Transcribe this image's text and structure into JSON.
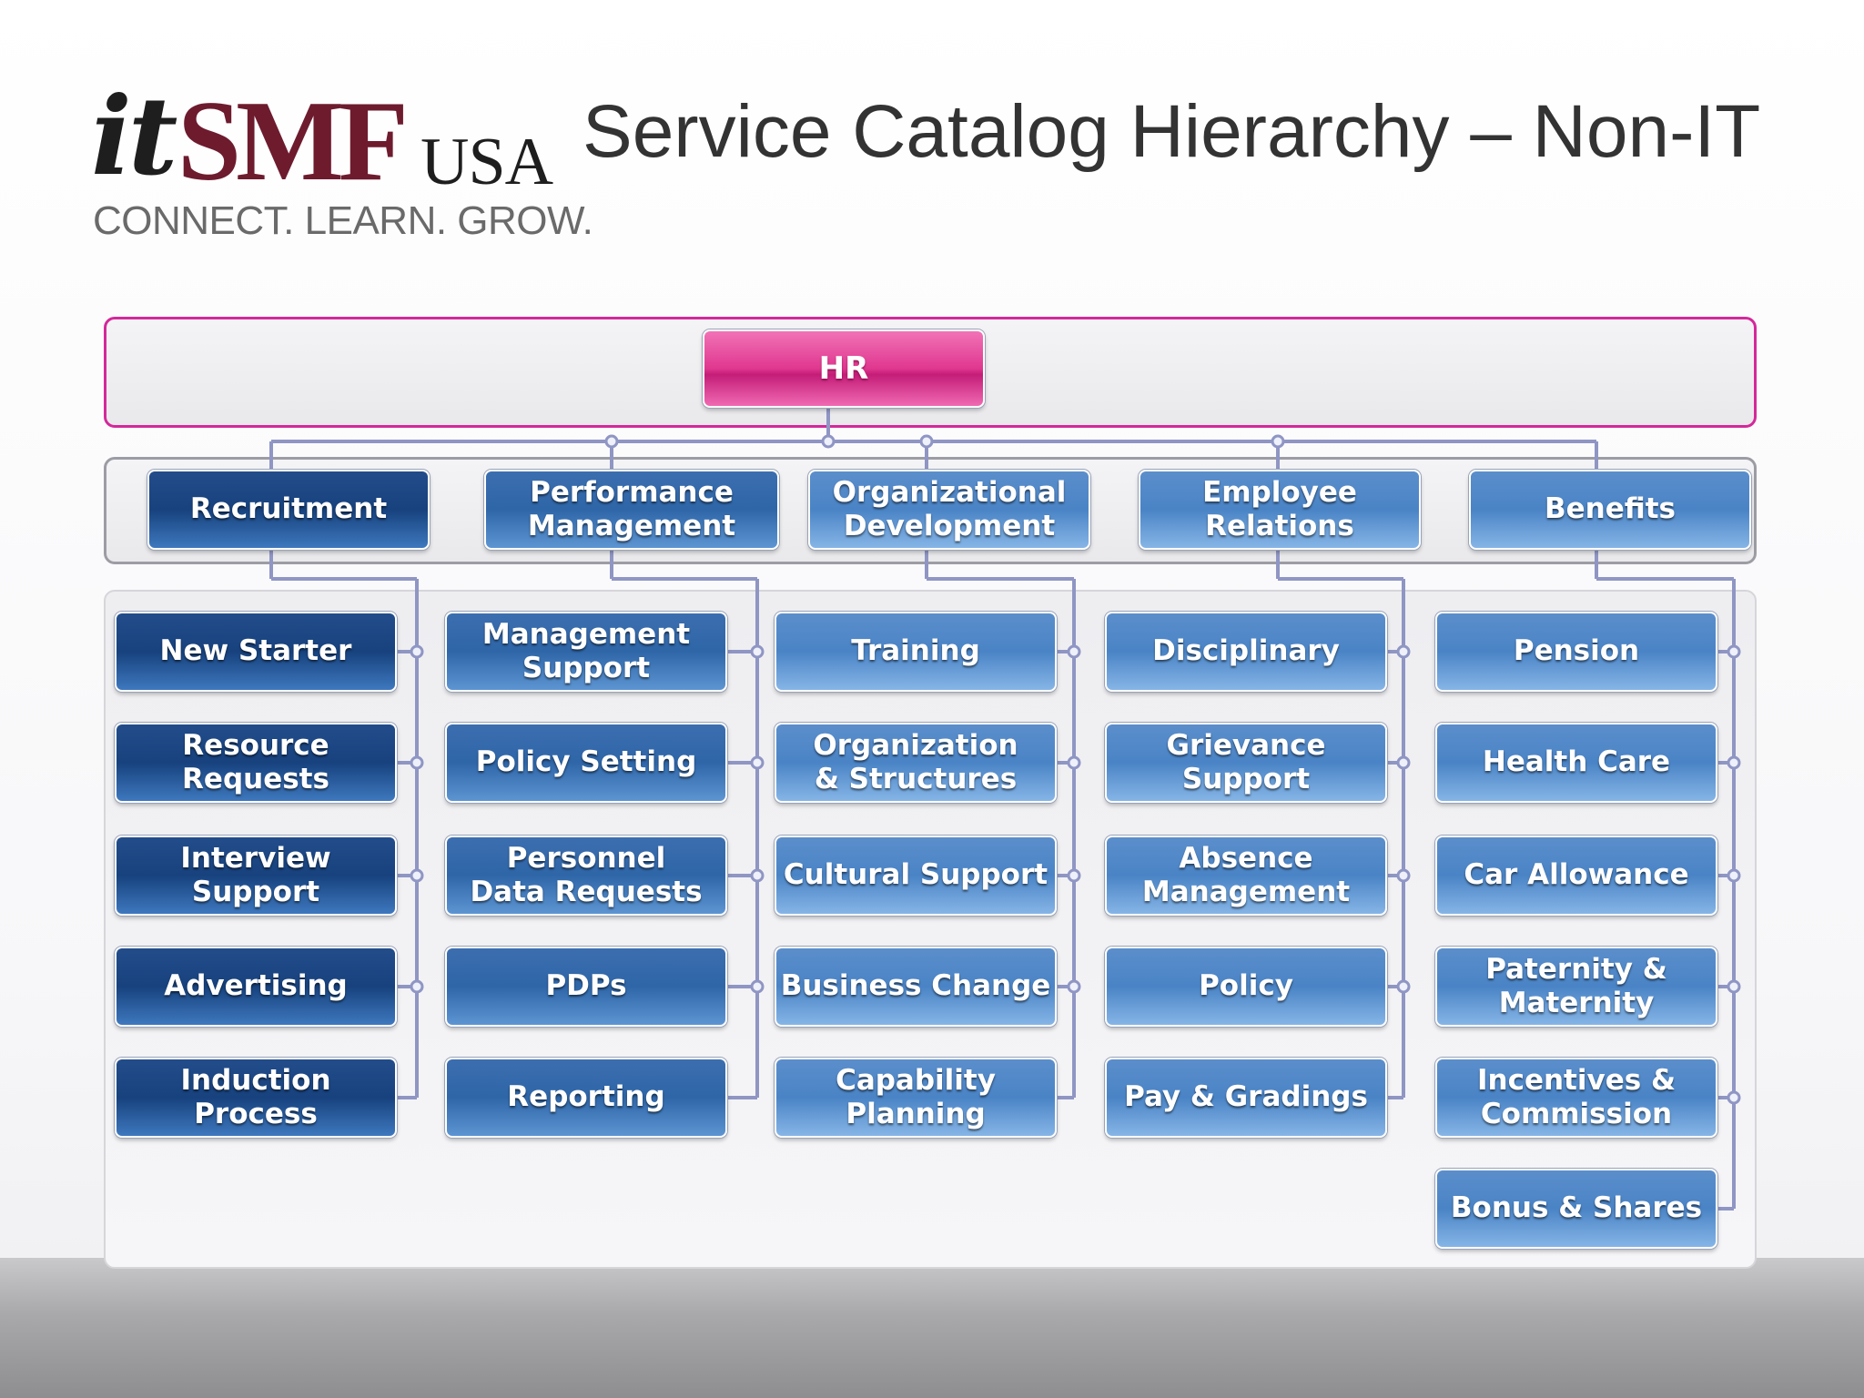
{
  "header": {
    "logo": {
      "it": "it",
      "smf": "SMF",
      "usa": "USA",
      "tagline": "CONNECT. LEARN. GROW."
    },
    "title": "Service Catalog Hierarchy – Non-IT"
  },
  "hierarchy": {
    "root": "HR",
    "categories": [
      {
        "label": "Recruitment",
        "services": [
          "New Starter",
          "Resource Requests",
          "Interview Support",
          "Advertising",
          "Induction Process"
        ]
      },
      {
        "label": "Performance\nManagement",
        "services": [
          "Management\nSupport",
          "Policy Setting",
          "Personnel\nData Requests",
          "PDPs",
          "Reporting"
        ]
      },
      {
        "label": "Organizational\nDevelopment",
        "services": [
          "Training",
          "Organization\n& Structures",
          "Cultural Support",
          "Business Change",
          "Capability\nPlanning"
        ]
      },
      {
        "label": "Employee\nRelations",
        "services": [
          "Disciplinary",
          "Grievance\nSupport",
          "Absence\nManagement",
          "Policy",
          "Pay & Gradings"
        ]
      },
      {
        "label": "Benefits",
        "services": [
          "Pension",
          "Health Care",
          "Car Allowance",
          "Paternity &\nMaternity",
          "Incentives &\nCommission",
          "Bonus & Shares"
        ]
      }
    ]
  },
  "colors": {
    "root": "#e0378f",
    "root_border": "#d4289a",
    "column_1": "#17427e",
    "column_2": "#2e66a8",
    "column_3": "#4a84c6",
    "connector": "#8f96c4"
  }
}
